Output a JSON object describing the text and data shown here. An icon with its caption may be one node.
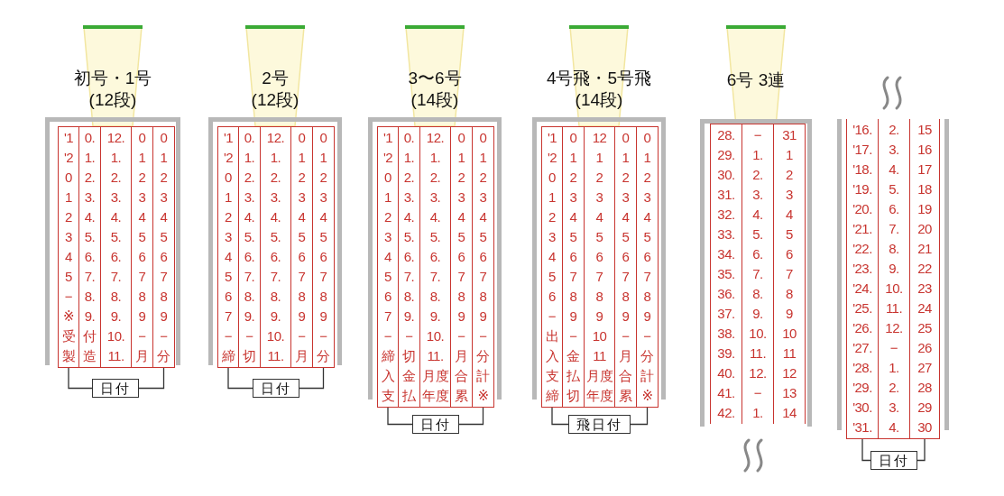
{
  "diagram": {
    "nodes": [
      {
        "text": [
          "初号・1号",
          "(12段)"
        ]
      },
      {
        "text": [
          "'1",
          "'2",
          "0",
          "1",
          "2",
          "3",
          "4",
          "5",
          "−",
          "※",
          "受",
          "製"
        ],
        "in": 0
      },
      {
        "text": [
          "0.",
          "1.",
          "2.",
          "3.",
          "4.",
          "5.",
          "6.",
          "7.",
          "8.",
          "9.",
          "付",
          "造"
        ],
        "in": 0
      },
      {
        "text": [
          "12.",
          "1.",
          "2.",
          "3.",
          "4.",
          "5.",
          "6.",
          "7.",
          "8.",
          "9.",
          "10.",
          "11."
        ],
        "in": 0
      },
      {
        "text": [
          "0",
          "1",
          "2",
          "3",
          "4",
          "5",
          "6",
          "7",
          "8",
          "9",
          "−",
          "月"
        ],
        "in": 0
      },
      {
        "text": [
          "0",
          "1",
          "2",
          "3",
          "4",
          "5",
          "6",
          "7",
          "8",
          "9",
          "−",
          "分"
        ],
        "in": 0
      },
      {
        "text": [
          "日付"
        ]
      },
      {
        "text": [
          "2号",
          "(12段)"
        ]
      },
      {
        "text": [
          "'1",
          "'2",
          "0",
          "1",
          "2",
          "3",
          "4",
          "5",
          "6",
          "7",
          "−",
          "締"
        ],
        "in": 7
      },
      {
        "text": [
          "0.",
          "1.",
          "2.",
          "3.",
          "4.",
          "5.",
          "6.",
          "7.",
          "8.",
          "9.",
          "−",
          "切"
        ],
        "in": 7
      },
      {
        "text": [
          "12.",
          "1.",
          "2.",
          "3.",
          "4.",
          "5.",
          "6.",
          "7.",
          "8.",
          "9.",
          "10.",
          "11."
        ],
        "in": 7
      },
      {
        "text": [
          "0",
          "1",
          "2",
          "3",
          "4",
          "5",
          "6",
          "7",
          "8",
          "9",
          "−",
          "月"
        ],
        "in": 7
      },
      {
        "text": [
          "0",
          "1",
          "2",
          "3",
          "4",
          "5",
          "6",
          "7",
          "8",
          "9",
          "−",
          "分"
        ],
        "in": 7
      },
      {
        "text": [
          "日付"
        ]
      },
      {
        "text": [
          "3〜6号",
          "(14段)"
        ]
      },
      {
        "text": [
          "'1",
          "'2",
          "0",
          "1",
          "2",
          "3",
          "4",
          "5",
          "6",
          "7",
          "−",
          "締",
          "入",
          "支"
        ],
        "in": 14
      },
      {
        "text": [
          "0.",
          "1.",
          "2.",
          "3.",
          "4.",
          "5.",
          "6.",
          "7.",
          "8.",
          "9.",
          "−",
          "切",
          "金",
          "払"
        ],
        "in": 14
      },
      {
        "text": [
          "12.",
          "1.",
          "2.",
          "3.",
          "4.",
          "5.",
          "6.",
          "7.",
          "8.",
          "9.",
          "10.",
          "11.",
          "月度",
          "年度"
        ],
        "in": 14
      },
      {
        "text": [
          "0",
          "1",
          "2",
          "3",
          "4",
          "5",
          "6",
          "7",
          "8",
          "9",
          "−",
          "月",
          "合",
          "累"
        ],
        "in": 14
      },
      {
        "text": [
          "0",
          "1",
          "2",
          "3",
          "4",
          "5",
          "6",
          "7",
          "8",
          "9",
          "−",
          "分",
          "計",
          "※"
        ],
        "in": 14
      },
      {
        "text": [
          "日付"
        ]
      },
      {
        "text": [
          "4号飛・5号飛",
          "(14段)"
        ]
      },
      {
        "text": [
          "'1",
          "'2",
          "0",
          "1",
          "2",
          "3",
          "4",
          "5",
          "6",
          "−",
          "出",
          "入",
          "支",
          "締"
        ],
        "in": 21
      },
      {
        "text": [
          "0",
          "1",
          "2",
          "3",
          "4",
          "5",
          "6",
          "7",
          "8",
          "9",
          "−",
          "金",
          "払",
          "切"
        ],
        "in": 21
      },
      {
        "text": [
          "12",
          "1",
          "2",
          "3",
          "4",
          "5",
          "6",
          "7",
          "8",
          "9",
          "10",
          "11",
          "月度",
          "年度"
        ],
        "in": 21
      },
      {
        "text": [
          "0",
          "1",
          "2",
          "3",
          "4",
          "5",
          "6",
          "7",
          "8",
          "9",
          "−",
          "月",
          "合",
          "累"
        ],
        "in": 21
      },
      {
        "text": [
          "0",
          "1",
          "2",
          "3",
          "4",
          "5",
          "6",
          "7",
          "8",
          "9",
          "−",
          "分",
          "計",
          "※"
        ],
        "in": 21
      },
      {
        "text": [
          "飛日付"
        ]
      },
      {
        "text": [
          "6号 3連"
        ]
      },
      {
        "text": [
          "28.",
          "29.",
          "30.",
          "31.",
          "32.",
          "33.",
          "34.",
          "35.",
          "36.",
          "37.",
          "38.",
          "39.",
          "40.",
          "41.",
          "42."
        ],
        "in": 28
      },
      {
        "text": [
          "−",
          "1.",
          "2.",
          "3.",
          "4.",
          "5.",
          "6.",
          "7.",
          "8.",
          "9.",
          "10.",
          "11.",
          "12.",
          "−",
          "1."
        ],
        "in": 28
      },
      {
        "text": [
          "31",
          "1",
          "2",
          "3",
          "4",
          "5",
          "6",
          "7",
          "8",
          "9",
          "10",
          "11",
          "12",
          "13",
          "14"
        ],
        "in": 28
      },
      {
        "text": [],
        "shape": "box"
      },
      {
        "text": [
          "'16.",
          "'17.",
          "'18.",
          "'19.",
          "'20.",
          "'21.",
          "'22.",
          "'23.",
          "'24.",
          "'25.",
          "'26.",
          "'27.",
          "'28.",
          "'29.",
          "'30.",
          "'31."
        ],
        "in": 32
      },
      {
        "text": [
          "2.",
          "3.",
          "4.",
          "5.",
          "6.",
          "7.",
          "8.",
          "9.",
          "10.",
          "11.",
          "12.",
          "−",
          "1.",
          "2.",
          "3.",
          "4."
        ],
        "in": 32
      },
      {
        "text": [
          "15",
          "16",
          "17",
          "18",
          "19",
          "20",
          "21",
          "22",
          "23",
          "24",
          "25",
          "26",
          "27",
          "28",
          "29",
          "30"
        ],
        "in": 32
      },
      {
        "text": [
          "日付"
        ]
      }
    ],
    "edges": [
      {
        "from": 6,
        "to": 1,
        "arrow": "none"
      },
      {
        "from": 6,
        "to": 5,
        "arrow": "none"
      },
      {
        "from": 13,
        "to": 8,
        "arrow": "none"
      },
      {
        "from": 13,
        "to": 12,
        "arrow": "none"
      },
      {
        "from": 20,
        "to": 15,
        "arrow": "none"
      },
      {
        "from": 20,
        "to": 19,
        "arrow": "none"
      },
      {
        "from": 27,
        "to": 22,
        "arrow": "none"
      },
      {
        "from": 27,
        "to": 26,
        "arrow": "none"
      },
      {
        "from": 36,
        "to": 33,
        "arrow": "none"
      },
      {
        "from": 36,
        "to": 35,
        "arrow": "none"
      }
    ]
  }
}
